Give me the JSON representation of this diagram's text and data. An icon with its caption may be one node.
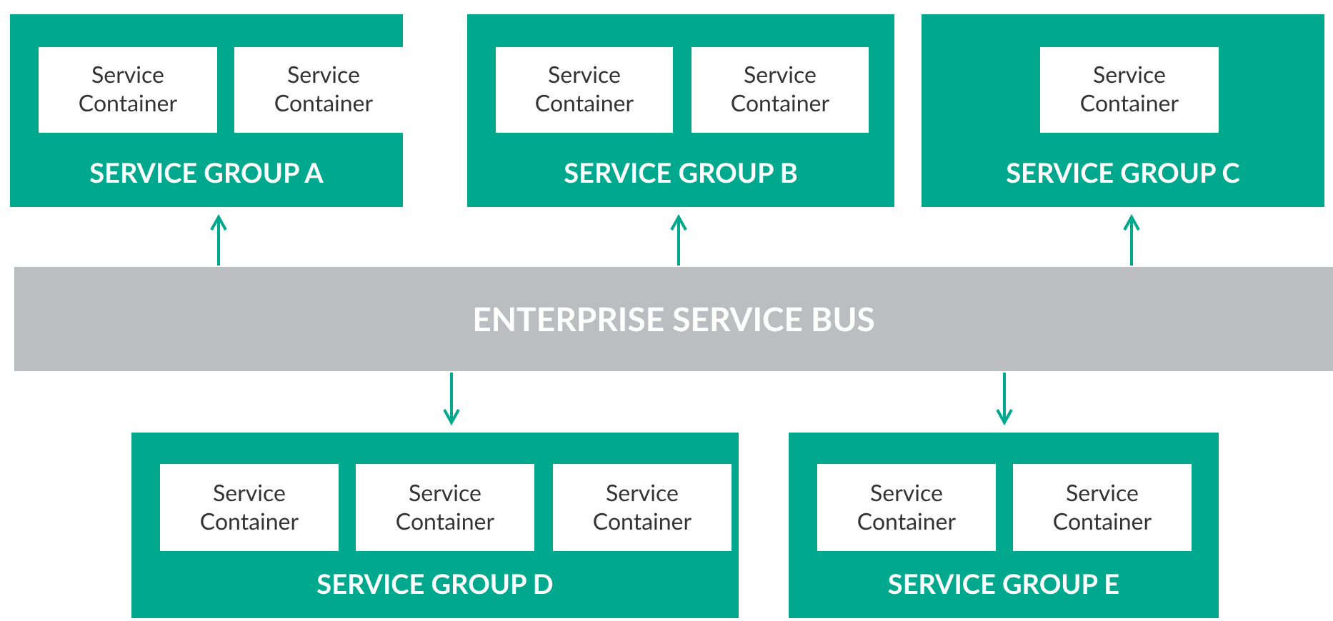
{
  "diagram": {
    "nodes": [
      {
        "text": [
          "SERVICE GROUP A"
        ]
      },
      {
        "text": [
          "Service Container"
        ],
        "in": 0
      },
      {
        "text": [
          "Service Container"
        ],
        "in": 0
      },
      {
        "text": [
          "SERVICE GROUP B"
        ]
      },
      {
        "text": [
          "Service Container"
        ],
        "in": 3
      },
      {
        "text": [
          "Service Container"
        ],
        "in": 3
      },
      {
        "text": [
          "SERVICE GROUP C"
        ]
      },
      {
        "text": [
          "Service Container"
        ],
        "in": 6
      },
      {
        "text": [
          "ENTERPRISE SERVICE BUS"
        ]
      },
      {
        "text": [
          "SERVICE GROUP D"
        ]
      },
      {
        "text": [
          "Service Container"
        ],
        "in": 9
      },
      {
        "text": [
          "Service Container"
        ],
        "in": 9
      },
      {
        "text": [
          "Service Container"
        ],
        "in": 9
      },
      {
        "text": [
          "SERVICE GROUP E"
        ]
      },
      {
        "text": [
          "Service Container"
        ],
        "in": 13
      },
      {
        "text": [
          "Service Container"
        ],
        "in": 13
      }
    ],
    "edges": [
      {
        "from": 8,
        "to": 0,
        "arrow": "to"
      },
      {
        "from": 8,
        "to": 3,
        "arrow": "to"
      },
      {
        "from": 8,
        "to": 6,
        "arrow": "to"
      },
      {
        "from": 8,
        "to": 9,
        "arrow": "to"
      },
      {
        "from": 8,
        "to": 13,
        "arrow": "to"
      }
    ]
  }
}
